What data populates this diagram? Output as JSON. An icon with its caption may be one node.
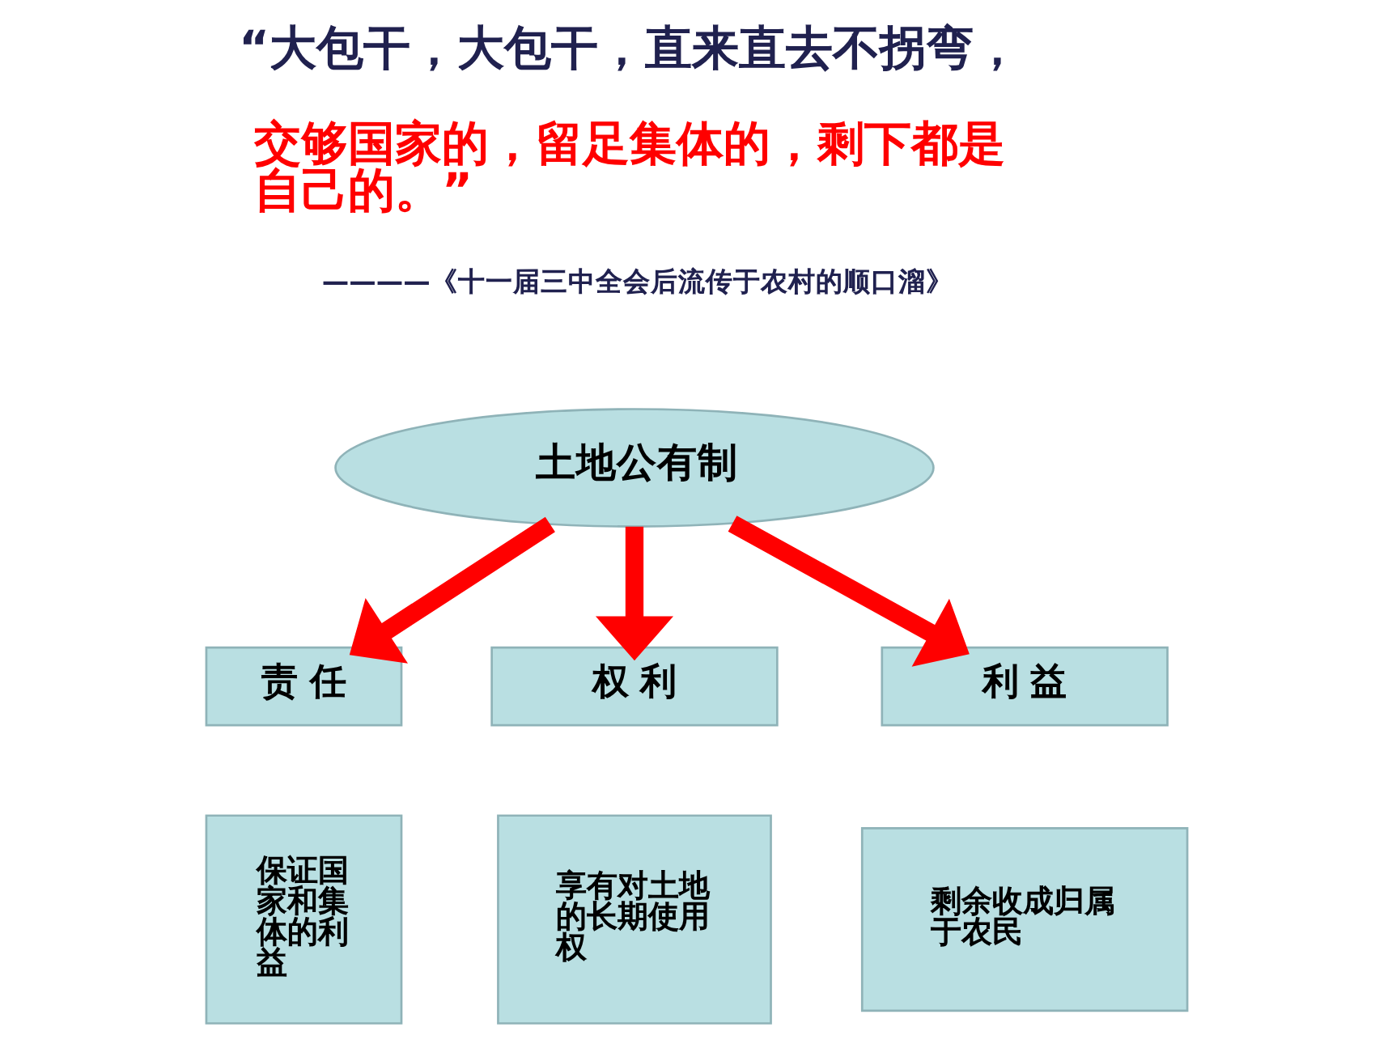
{
  "diagram": {
    "nodes": [
      {
        "text": [
          "土地公有制"
        ]
      },
      {
        "text": [
          "责 任"
        ]
      },
      {
        "text": [
          "权 利"
        ]
      },
      {
        "text": [
          "利 益"
        ]
      },
      {
        "text": [
          "保证国家和集体的利益"
        ]
      },
      {
        "text": [
          "享有对土地的长期使用权"
        ]
      },
      {
        "text": [
          "剩余收成归属于农民"
        ]
      }
    ],
    "edges": [
      {
        "from": 0,
        "to": 1,
        "arrow": "to"
      },
      {
        "from": 0,
        "to": 2,
        "arrow": "to"
      },
      {
        "from": 0,
        "to": 3,
        "arrow": "to"
      }
    ],
    "labels": [
      "“大包干，大包干，直来直去不拐弯，",
      "交够国家的，留足集体的，剩下都是自己的。”",
      "————《十一届三中全会后流传于农村的顺口溜》"
    ]
  }
}
